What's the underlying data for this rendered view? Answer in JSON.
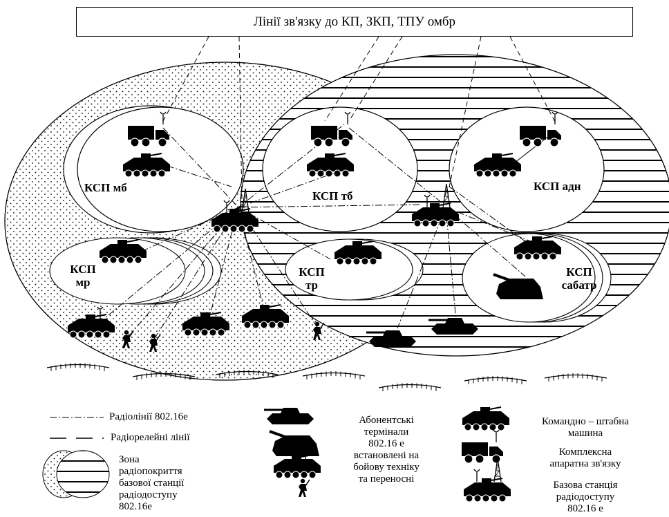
{
  "title": "Лінії зв'язку до КП, ЗКП, ТПУ омбр",
  "zones": {
    "ksp_mb": "КСП мб",
    "ksp_tb": "КСП тб",
    "ksp_adn": "КСП адн",
    "ksp_mr": [
      "КСП",
      "мр"
    ],
    "ksp_tr": [
      "КСП",
      "тр"
    ],
    "ksp_sabatr": [
      "КСП",
      "сабатр"
    ]
  },
  "legend": {
    "radio_lines": "Радіолінії 802.16е",
    "relay_lines": "Радіорелейні лінії",
    "coverage_zone": [
      "Зона",
      "радіопокриття",
      "базової станції",
      "радіодоступу",
      "802.16е"
    ],
    "subscriber_terminals": [
      "Абонентські",
      "термінали",
      "802.16 е",
      "встановлені на",
      "бойову техніку",
      "та переносні"
    ],
    "command_vehicle": [
      "Командно – штабна",
      "машина"
    ],
    "comm_hardware": [
      "Комплексна",
      "апаратна зв'язку"
    ],
    "base_station": [
      "Базова станція",
      "радіодоступу",
      "802.16 е"
    ]
  },
  "icons": [
    "truck-icon",
    "bmp-icon",
    "tank-icon",
    "artillery-icon",
    "soldier-icon",
    "base-station-icon",
    "antenna-icon"
  ]
}
